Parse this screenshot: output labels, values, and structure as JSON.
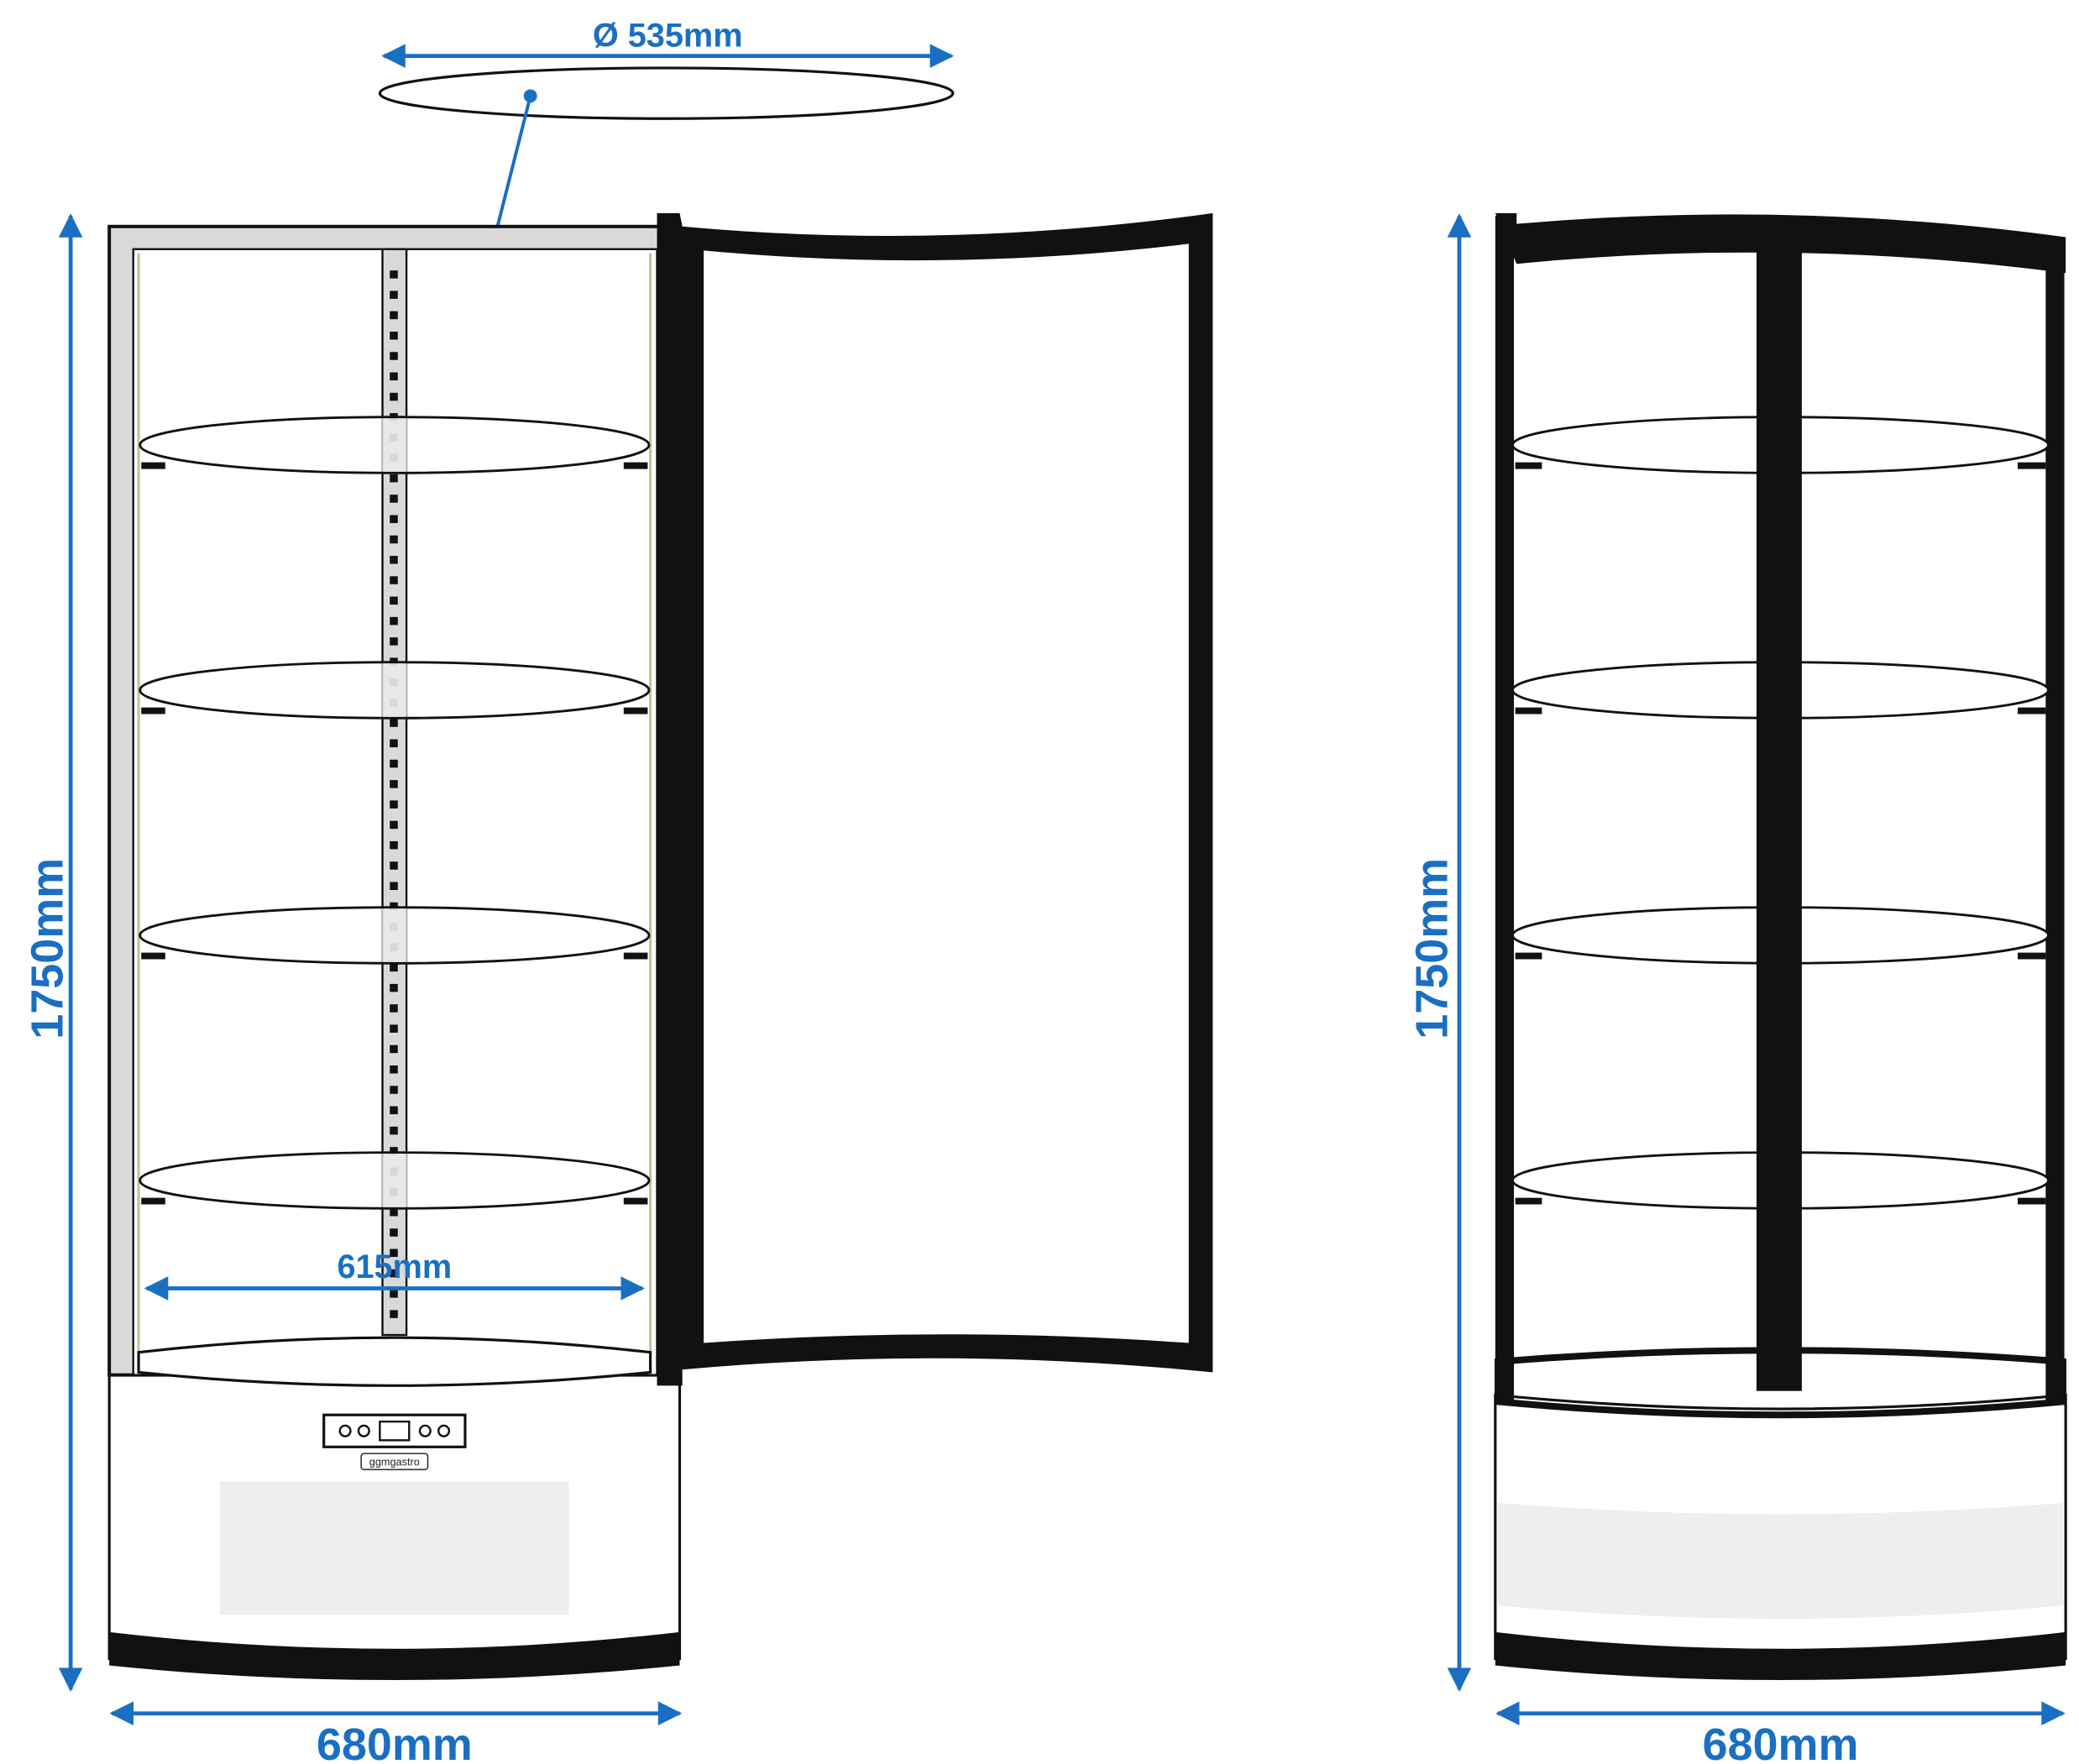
{
  "dimensions": {
    "shelf_diameter": "Ø 535mm",
    "inner_width": "615mm",
    "height_front": "1750mm",
    "width_front": "680mm",
    "height_side": "1750mm",
    "width_side": "680mm"
  },
  "brand": "ggmgastro",
  "colors": {
    "dimension": "#1a6fc2",
    "outline": "#111111",
    "frame_gray": "#d9d9d9",
    "panel_gray": "#eeeeee"
  }
}
